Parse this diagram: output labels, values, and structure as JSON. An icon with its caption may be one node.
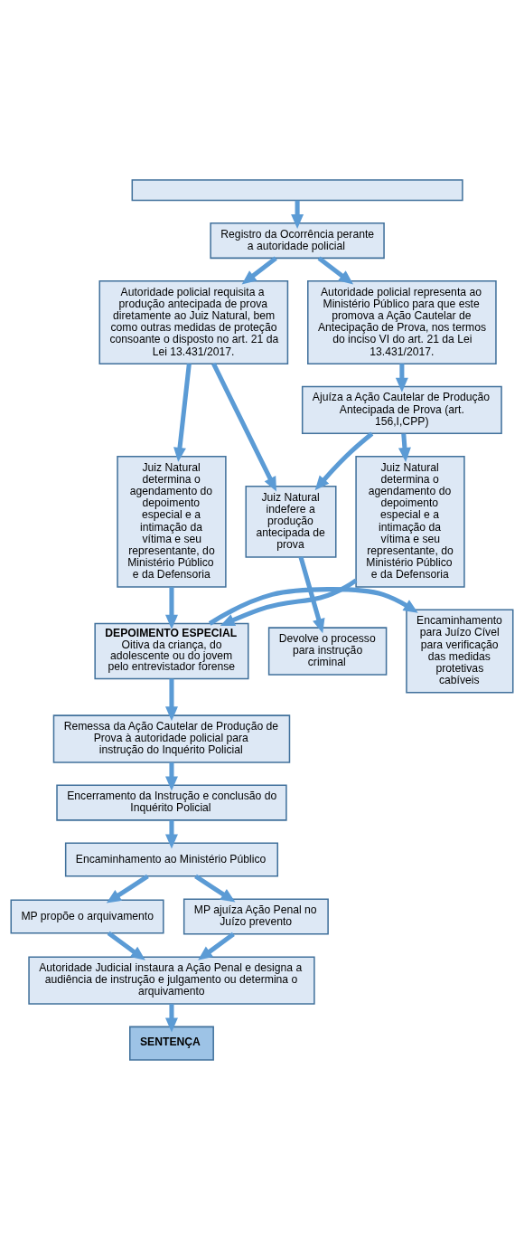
{
  "diagram": {
    "nodes": [
      {
        "text": [],
        "shape": "box"
      },
      {
        "text": [
          "Registro da Ocorrência perante a autoridade policial"
        ]
      },
      {
        "text": [
          "Autoridade policial requisita a produção antecipada de prova diretamente ao Juiz Natural, bem como outras medidas de proteção consoante o disposto no art. 21 da Lei 13.431/2017."
        ]
      },
      {
        "text": [
          "Autoridade policial representa ao Ministério Público para que este promova a Ação Cautelar de Antecipação de Prova, nos termos do inciso VI do art. 21 da Lei 13.431/2017."
        ]
      },
      {
        "text": [
          "Ajuíza a Ação Cautelar de Produção Antecipada de Prova (art. 156,I,CPP)"
        ]
      },
      {
        "text": [
          "Juiz Natural determina o agendamento do depoimento especial e a intimação da vítima e seu representante, do Ministério Público e da Defensoria"
        ]
      },
      {
        "text": [
          "Juiz Natural indefere a produção antecipada de prova"
        ]
      },
      {
        "text": [
          "Juiz Natural determina o agendamento do depoimento especial e a intimação da vítima e seu representante, do Ministério Público e da Defensoria"
        ]
      },
      {
        "text": [
          "Devolve o processo para instrução criminal"
        ]
      },
      {
        "text": [
          "DEPOIMENTO ESPECIAL",
          "Oitiva da criança, do adolescente ou do jovem pelo entrevistador forense"
        ]
      },
      {
        "text": [
          "Encaminhamento para Juízo Cível para verificação das medidas protetivas cabíveis"
        ]
      },
      {
        "text": [
          "Remessa da Ação Cautelar de Produção de Prova à autoridade policial para instrução do Inquérito Policial"
        ]
      },
      {
        "text": [
          "Encerramento da Instrução e conclusão do Inquérito Policial"
        ]
      },
      {
        "text": [
          "Encaminhamento ao Ministério Público"
        ]
      },
      {
        "text": [
          "MP propõe o arquivamento"
        ]
      },
      {
        "text": [
          "MP ajuíza Ação Penal no Juízo prevento"
        ]
      },
      {
        "text": [
          "Autoridade Judicial instaura a Ação Penal e designa a audiência de instrução e julgamento ou determina o arquivamento"
        ]
      },
      {
        "text": [
          "SENTENÇA"
        ]
      }
    ],
    "edges": [
      {
        "from": 0,
        "to": 1,
        "arrow": "to"
      },
      {
        "from": 1,
        "to": 2,
        "arrow": "to"
      },
      {
        "from": 1,
        "to": 3,
        "arrow": "to"
      },
      {
        "from": 2,
        "to": 5,
        "arrow": "to"
      },
      {
        "from": 2,
        "to": 6,
        "arrow": "to"
      },
      {
        "from": 3,
        "to": 4,
        "arrow": "to"
      },
      {
        "from": 4,
        "to": 6,
        "arrow": "to"
      },
      {
        "from": 4,
        "to": 7,
        "arrow": "to"
      },
      {
        "from": 6,
        "to": 8,
        "arrow": "to"
      },
      {
        "from": 5,
        "to": 9,
        "arrow": "to"
      },
      {
        "from": 7,
        "to": 9,
        "arrow": "to"
      },
      {
        "from": 9,
        "to": 10,
        "arrow": "to"
      },
      {
        "from": 9,
        "to": 11,
        "arrow": "to"
      },
      {
        "from": 11,
        "to": 12,
        "arrow": "to"
      },
      {
        "from": 12,
        "to": 13,
        "arrow": "to"
      },
      {
        "from": 13,
        "to": 14,
        "arrow": "to"
      },
      {
        "from": 13,
        "to": 15,
        "arrow": "to"
      },
      {
        "from": 14,
        "to": 16,
        "arrow": "to"
      },
      {
        "from": 15,
        "to": 16,
        "arrow": "to"
      },
      {
        "from": 16,
        "to": 17,
        "arrow": "to"
      }
    ]
  }
}
